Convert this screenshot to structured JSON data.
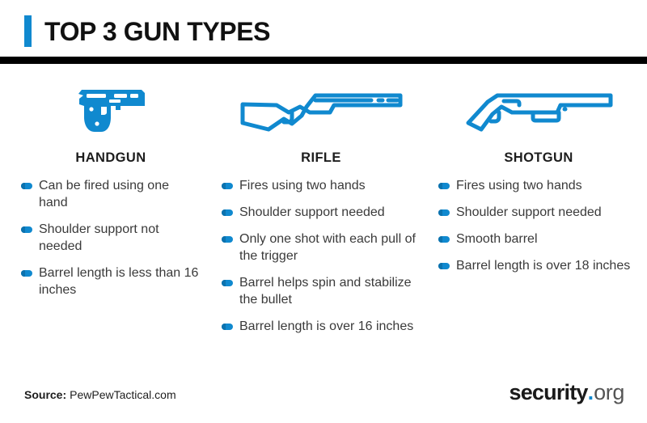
{
  "header": {
    "title": "TOP 3 GUN TYPES",
    "accent_color": "#1089CF",
    "rule_color": "#000000"
  },
  "columns": [
    {
      "id": "handgun",
      "icon": "handgun-icon",
      "heading": "HANDGUN",
      "bullets": [
        "Can be fired using one hand",
        "Shoulder support not needed",
        "Barrel length is less than 16 inches"
      ]
    },
    {
      "id": "rifle",
      "icon": "rifle-icon",
      "heading": "RIFLE",
      "bullets": [
        "Fires using two hands",
        "Shoulder support needed",
        "Only one shot with each pull of the trigger",
        "Barrel helps spin and stabilize the bullet",
        "Barrel length is over 16 inches"
      ]
    },
    {
      "id": "shotgun",
      "icon": "shotgun-icon",
      "heading": "SHOTGUN",
      "bullets": [
        "Fires using two hands",
        "Shoulder support needed",
        "Smooth barrel",
        "Barrel length is over 18 inches"
      ]
    }
  ],
  "footer": {
    "source_label": "Source:",
    "source_value": "PewPewTactical.com",
    "logo_main": "security",
    "logo_dot": ".",
    "logo_tld": "org"
  }
}
